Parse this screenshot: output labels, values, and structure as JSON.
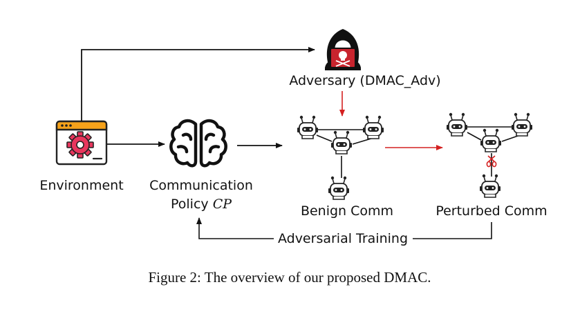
{
  "labels": {
    "environment": "Environment",
    "policy_line1": "Communication",
    "policy_line2": "Policy",
    "policy_symbol": "CP",
    "adversary": "Adversary (DMAC_Adv)",
    "benign": "Benign Comm",
    "perturbed": "Perturbed Comm",
    "training": "Adversarial Training"
  },
  "caption": "Figure 2: The overview of our proposed DMAC.",
  "colors": {
    "arrow": "#111111",
    "adversarial": "#d42020",
    "gear": "#e8365d",
    "window_bar": "#f6a21a",
    "laptop": "#c8242e"
  },
  "icons": [
    "gear-window-icon",
    "brain-icon",
    "hacker-icon",
    "robot-icon",
    "scissors-icon"
  ]
}
